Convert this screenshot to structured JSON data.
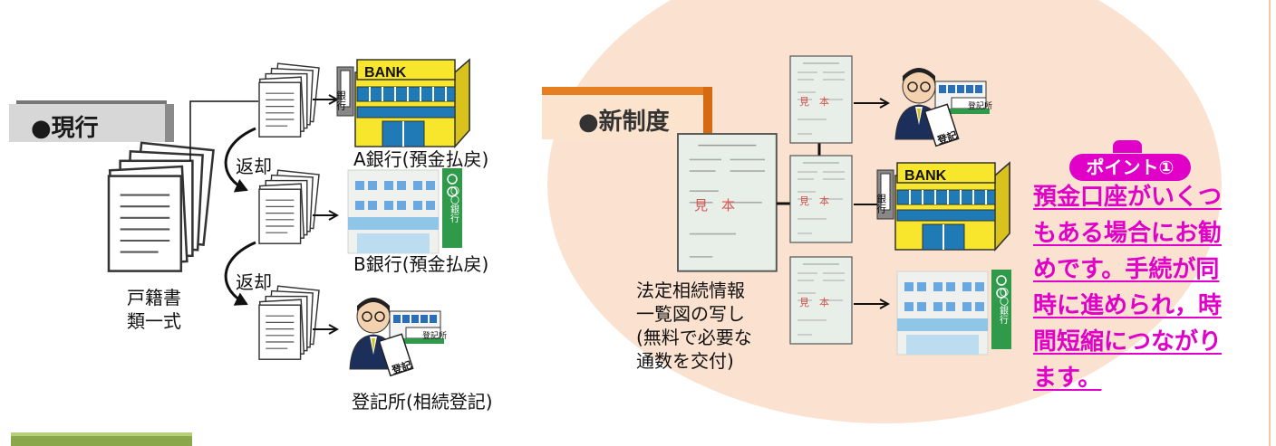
{
  "current_label": "●現行",
  "new_label": "●新制度",
  "documents_label": [
    "戸籍書",
    "類一式"
  ],
  "return_label_1": "返却",
  "return_label_2": "返却",
  "bank_a_label": "A銀行(預金払戻)",
  "bank_b_label": "B銀行(預金払戻)",
  "registry_label": "登記所(相続登記)",
  "certificate_label": [
    "法定相続情報",
    "一覧図の写し",
    "(無料で必要な",
    "通数を交付)"
  ],
  "bank_sign_text": "BANK",
  "bank_side_text": "銀行",
  "small_bank_sign_text": "〇〇銀行",
  "doc_stamp_text": "見　本",
  "registry_badge_text": "登記所",
  "registry_card_text": "登記",
  "point_badge": "ポイント①",
  "point_lines": [
    "預金口座がいくつ",
    "もある場合にお勧",
    "めです。手続が同",
    "時に進められ，時",
    "間短縮につながり",
    "ます。"
  ],
  "colors": {
    "accent_magenta": "#e000c8",
    "new_system_orange": "#e67e22",
    "ellipse_fill": "#fbe1cf",
    "bank_yellow": "#f7e62b",
    "bank_blue": "#1f7ab6"
  }
}
